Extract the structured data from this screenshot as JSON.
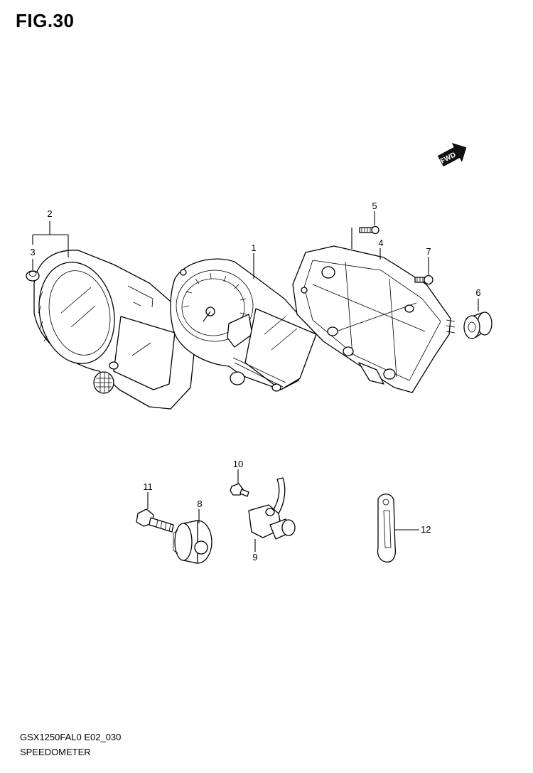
{
  "figure": {
    "title": "FIG.30",
    "fwd_label": "FWD"
  },
  "callouts": [
    {
      "num": "1",
      "part": "speedometer-assembly"
    },
    {
      "num": "2",
      "part": "front-cover"
    },
    {
      "num": "3",
      "part": "cushion"
    },
    {
      "num": "4",
      "part": "rear-case"
    },
    {
      "num": "5",
      "part": "screw"
    },
    {
      "num": "6",
      "part": "grommet"
    },
    {
      "num": "7",
      "part": "screw"
    },
    {
      "num": "8",
      "part": "gear-box"
    },
    {
      "num": "9",
      "part": "speed-sensor"
    },
    {
      "num": "10",
      "part": "bolt"
    },
    {
      "num": "11",
      "part": "bolt"
    },
    {
      "num": "12",
      "part": "clamp"
    }
  ],
  "footer": {
    "model_code": "GSX1250FAL0 E02_030",
    "section_name": "SPEEDOMETER"
  }
}
